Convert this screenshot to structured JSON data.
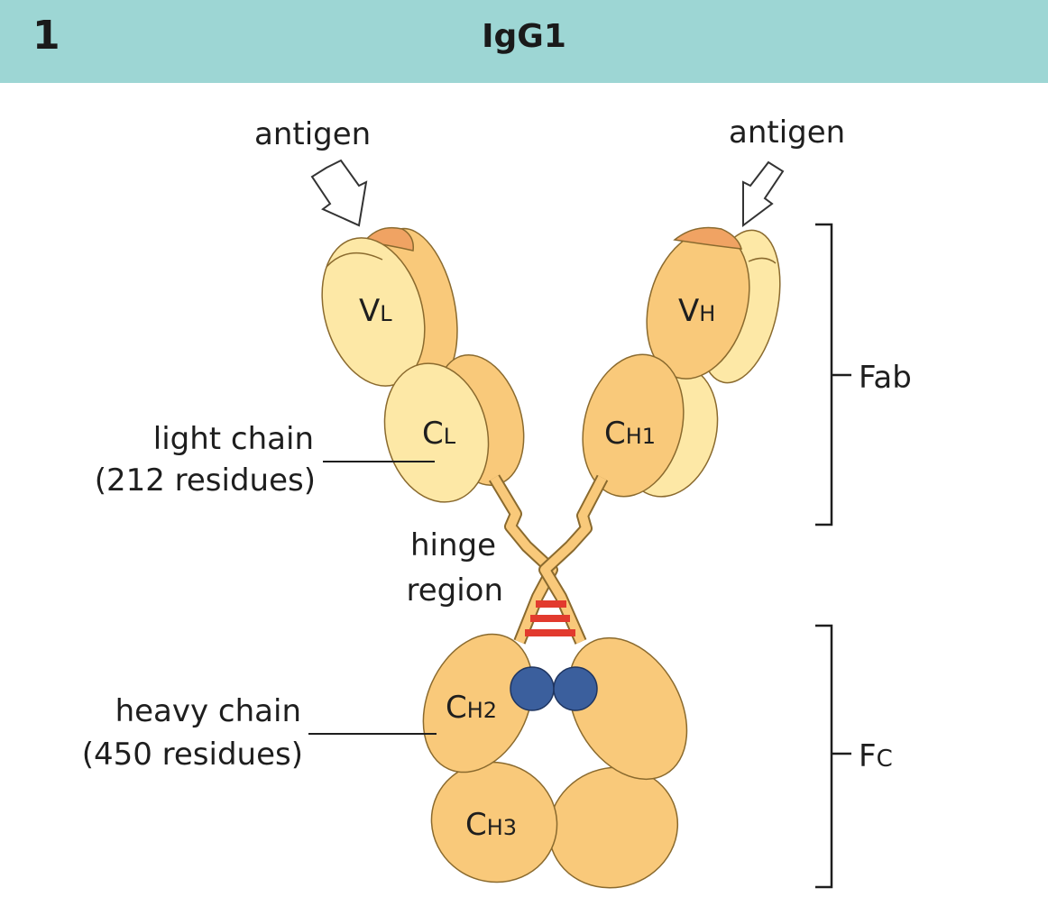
{
  "header": {
    "number": "1",
    "title": "IgG1"
  },
  "labels": {
    "antigen_left": "antigen",
    "antigen_right": "antigen",
    "light_chain": "light chain",
    "light_chain_residues": "(212 residues)",
    "hinge": "hinge",
    "region": "region",
    "heavy_chain": "heavy chain",
    "heavy_chain_residues": "(450 residues)",
    "fab": "Fab",
    "fc_main": "F",
    "fc_sub": "C"
  },
  "domains": {
    "vl": {
      "main": "V",
      "sub": "L"
    },
    "vh": {
      "main": "V",
      "sub": "H"
    },
    "cl": {
      "main": "C",
      "sub": "L"
    },
    "ch1": {
      "main": "C",
      "sub": "H1"
    },
    "ch2": {
      "main": "C",
      "sub": "H2"
    },
    "ch3": {
      "main": "C",
      "sub": "H3"
    }
  },
  "colors": {
    "header_bg": "#9dd6d4",
    "heavy_chain": "#f9c97a",
    "light_chain": "#fde8a6",
    "antigen_site": "#f0a363",
    "disulfide_bond": "#e23a2e",
    "carbohydrate": "#3b5f9d",
    "outline": "#8a6a2e"
  }
}
